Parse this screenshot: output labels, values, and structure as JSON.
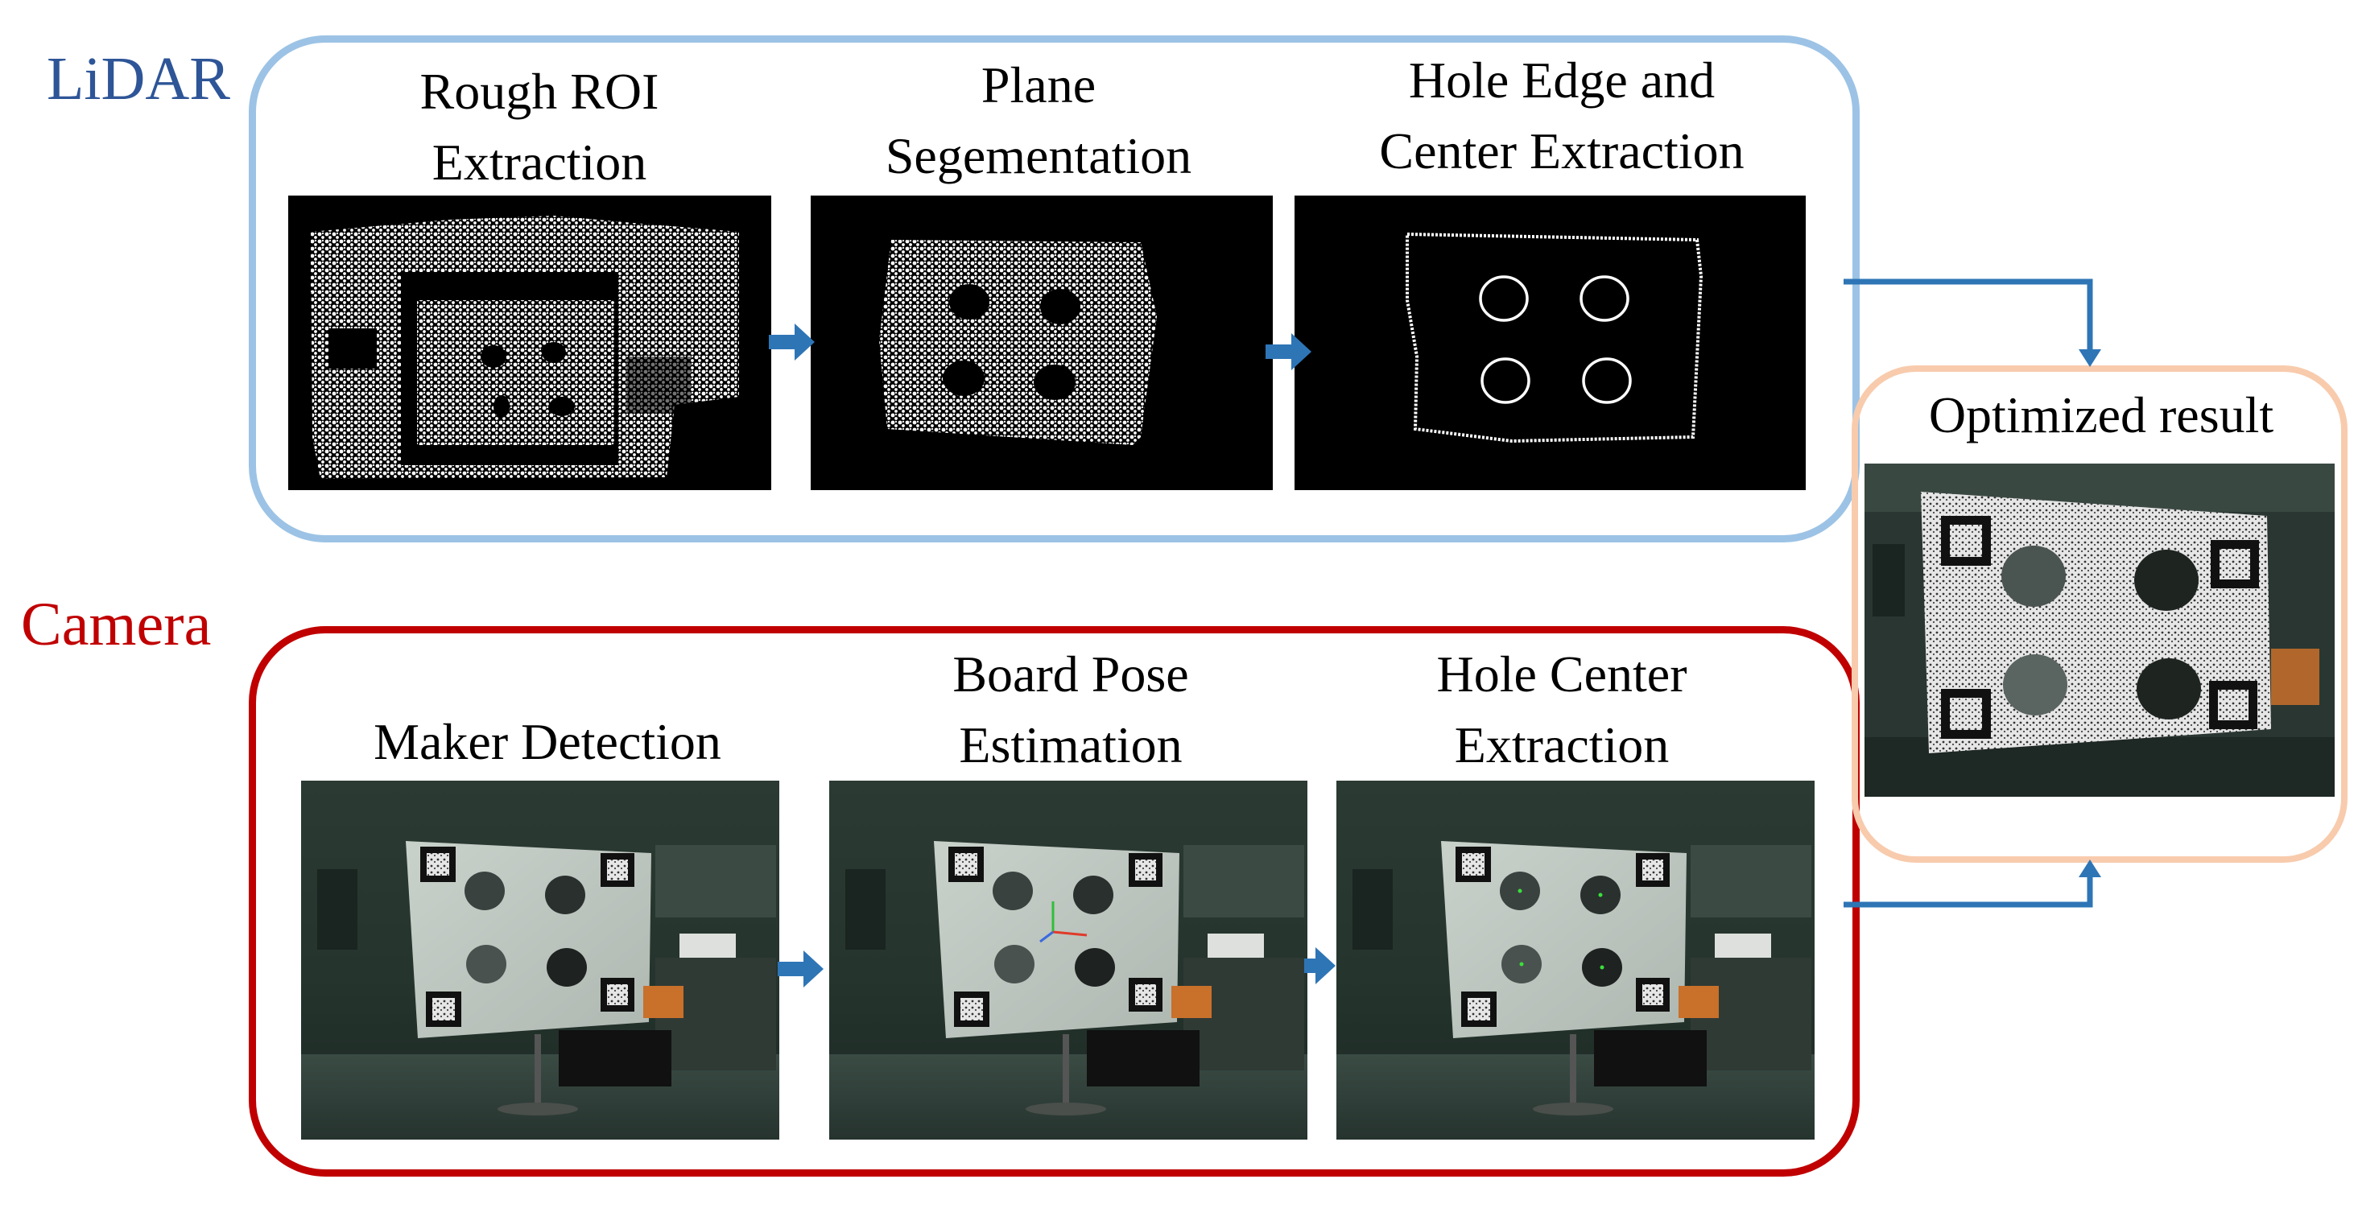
{
  "sections": {
    "lidar": {
      "label": "LiDAR",
      "color": "#2e5597"
    },
    "camera": {
      "label": "Camera",
      "color": "#c00000"
    }
  },
  "lidar_steps": [
    {
      "line1": "Rough ROI",
      "line2": "Extraction"
    },
    {
      "line1": "Plane",
      "line2": "Segementation"
    },
    {
      "line1": "Hole Edge and",
      "line2": "Center Extraction"
    }
  ],
  "camera_steps": [
    {
      "line1": "Maker Detection",
      "line2": ""
    },
    {
      "line1": "Board Pose",
      "line2": "Estimation"
    },
    {
      "line1": "Hole Center",
      "line2": "Extraction"
    }
  ],
  "result": {
    "label": "Optimized result"
  },
  "colors": {
    "lidar_border": "#9cc3e5",
    "camera_border": "#c00000",
    "result_border": "#f8cbad",
    "arrow": "#2e75b6"
  }
}
